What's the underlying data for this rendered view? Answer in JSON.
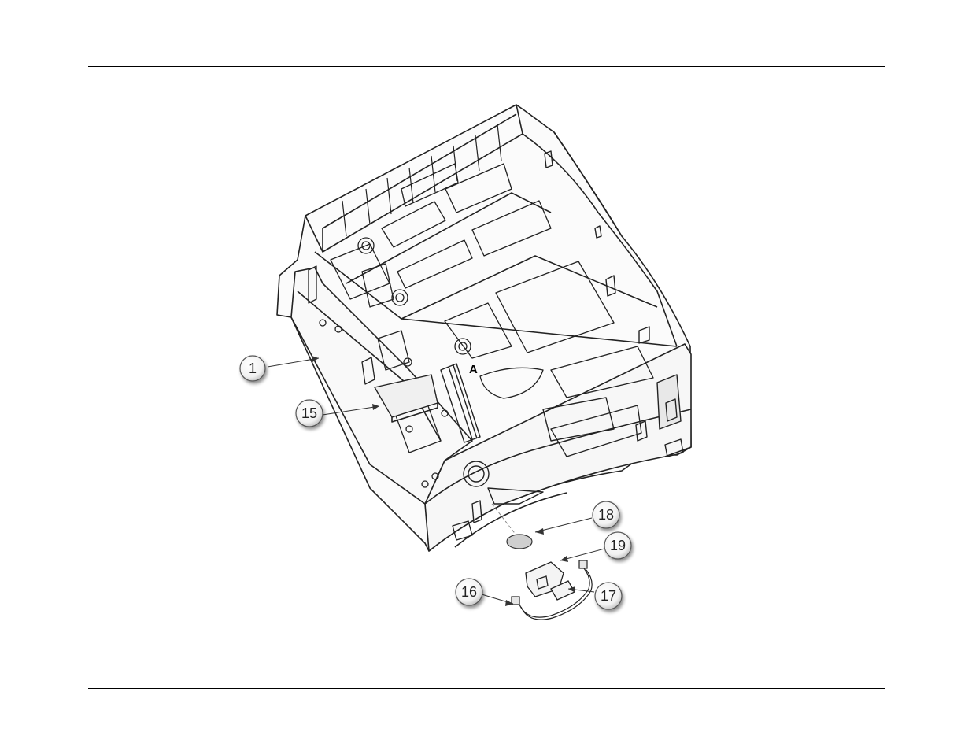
{
  "diagram": {
    "callouts": [
      {
        "id": "c1",
        "label": "1"
      },
      {
        "id": "c15",
        "label": "15"
      },
      {
        "id": "c16",
        "label": "16"
      },
      {
        "id": "c17",
        "label": "17"
      },
      {
        "id": "c18",
        "label": "18"
      },
      {
        "id": "c19",
        "label": "19"
      }
    ],
    "marker_letter": "A"
  }
}
